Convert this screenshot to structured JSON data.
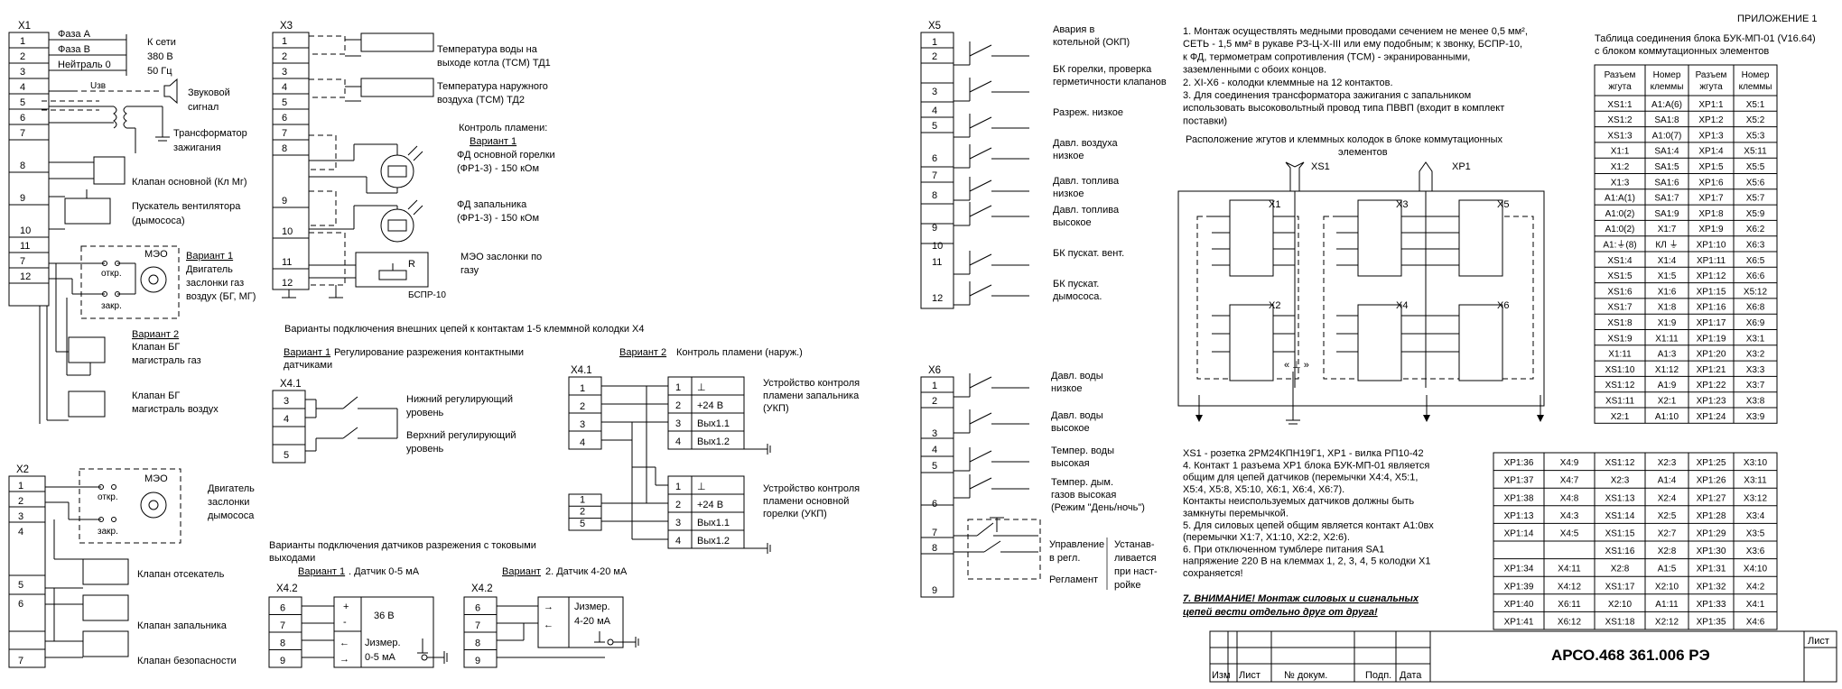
{
  "appendix": "ПРИЛОЖЕНИЕ 1",
  "x1": {
    "title": "X1",
    "pins": [
      "1",
      "2",
      "3",
      "4",
      "5",
      "6",
      "7",
      "8",
      "9",
      "10",
      "11",
      "7",
      "12"
    ],
    "phase_a": "Фаза А",
    "phase_b": "Фаза В",
    "neutral": "Нейтраль 0",
    "mains": [
      "К сети",
      "380 В",
      "50 Гц"
    ],
    "uzv": "Uзв",
    "sound_signal": [
      "Звуковой",
      "сигнал"
    ],
    "ignition_transformer": [
      "Трансформатор",
      "зажигания"
    ],
    "main_valve": "Клапан основной (Кл Мг)",
    "fan_starter": [
      "Пускатель вентилятора",
      "(дымососа)"
    ],
    "meo": "МЭО",
    "open": "откр.",
    "close": "закр.",
    "variant1_label": "Вариант 1",
    "variant1_text": [
      "Двигатель",
      "заслонки газ",
      "воздух (БГ, МГ)"
    ],
    "variant2_label": "Вариант 2",
    "variant2_text": [
      "Клапан БГ",
      "магистраль газ"
    ],
    "bg_air_valve": [
      "Клапан БГ",
      "магистраль воздух"
    ]
  },
  "x2": {
    "title": "X2",
    "pins": [
      "1",
      "2",
      "3",
      "4",
      "5",
      "6",
      "7"
    ],
    "meo": "МЭО",
    "open": "откр.",
    "close": "закр.",
    "motor": [
      "Двигатель",
      "заслонки",
      "дымососа"
    ],
    "cutoff_valve": "Клапан отсекатель",
    "pilot_valve": "Клапан запальника",
    "safety_valve": "Клапан безопасности"
  },
  "x3": {
    "title": "X3",
    "pins": [
      "1",
      "2",
      "3",
      "4",
      "5",
      "6",
      "7",
      "8",
      "9",
      "10",
      "11",
      "12"
    ],
    "temp_td1": [
      "Температура воды на",
      "выходе котла (ТСМ) ТД1"
    ],
    "temp_td2": [
      "Температура наружного",
      "воздуха (ТСМ) ТД2"
    ],
    "flame_control": "Контроль пламени:",
    "variant1": "Вариант 1",
    "fd_main": [
      "ФД основной горелки",
      "(ФР1-3) - 150 кОм"
    ],
    "fd_pilot": [
      "ФД запальника",
      "(ФР1-3) - 150 кОм"
    ],
    "meo_air": [
      "МЭО заслонки по",
      "газу"
    ],
    "r": "R",
    "bspr": "БСПР-10"
  },
  "external": {
    "heading": "Варианты подключения внешних цепей к контактам 1-5 клеммной колодки X4",
    "v1_label": "Вариант 1",
    "v1_text": [
      "Регулирование разрежения контактными",
      "датчиками"
    ],
    "x41": "X4.1",
    "x41_pins": [
      "3",
      "4",
      "5"
    ],
    "lower_level": [
      "Нижний регулирующий",
      "уровень"
    ],
    "upper_level": [
      "Верхний регулирующий",
      "уровень"
    ],
    "v2_label": "Вариант 2",
    "v2_text": "Контроль пламени (наруж.)",
    "x41b": "X4.1",
    "x41b_pins": [
      "1",
      "2",
      "3",
      "4",
      "1",
      "2",
      "5"
    ],
    "ukp_inner_pins": [
      "1",
      "2",
      "3",
      "4",
      "1",
      "2",
      "3",
      "4"
    ],
    "ukp_inner_labels": [
      "⊥",
      "+24 В",
      "Вых1.1",
      "Вых1.2",
      "⊥",
      "+24 В",
      "Вых1.1",
      "Вых1.2"
    ],
    "ukp_pilot": [
      "Устройство контроля",
      "пламени запальника",
      "(УКП)"
    ],
    "ukp_main": [
      "Устройство контроля",
      "пламени основной",
      "горелки (УКП)"
    ]
  },
  "sensors": {
    "heading": [
      "Варианты подключения датчиков разрежения с токовыми",
      "выходами"
    ],
    "x42": "X4.2",
    "x42_pins": [
      "6",
      "7",
      "8",
      "9"
    ],
    "v1_label": "Вариант 1",
    "v1_text": ". Датчик 0-5 мА",
    "plus": "+",
    "minus": "-",
    "v36": "36 В",
    "imeas1": [
      "Jизмер.",
      "0-5 мА"
    ],
    "x42b": "X4.2",
    "x42b_pins": [
      "6",
      "7",
      "8",
      "9"
    ],
    "v2_label": "Вариант",
    "v2_text": " 2. Датчик 4-20 мА",
    "imeas2": [
      "Jизмер.",
      "4-20 мА"
    ]
  },
  "x5": {
    "title": "X5",
    "pins": [
      "1",
      "2",
      "3",
      "4",
      "5",
      "6",
      "7",
      "8",
      "9",
      "10",
      "11",
      "12"
    ],
    "labels": [
      [
        "Авария в",
        "котельной (ОКП)"
      ],
      [
        "БК горелки, проверка",
        "герметичности клапанов"
      ],
      [
        "Разреж. низкое"
      ],
      [
        "Давл. воздуха",
        "низкое"
      ],
      [
        "Давл. топлива",
        "низкое"
      ],
      [
        "Давл. топлива",
        "высокое"
      ],
      [
        "БК пускат. вент."
      ],
      [
        "БК пускат.",
        "дымососа."
      ]
    ]
  },
  "x6": {
    "title": "X6",
    "pins": [
      "1",
      "2",
      "3",
      "4",
      "5",
      "6",
      "7",
      "8",
      "9"
    ],
    "labels": [
      [
        "Давл. воды",
        "низкое"
      ],
      [
        "Давл. воды",
        "высокое"
      ],
      [
        "Темпер. воды",
        "высокая"
      ],
      [
        "Темпер. дым.",
        "газов высокая",
        "(Режим \"День/ночь\")"
      ]
    ],
    "control": [
      "Управление",
      "в регл."
    ],
    "reglament": "Регламент",
    "installed": [
      "Устанав-",
      "ливается",
      "при наст-",
      "ройке"
    ]
  },
  "notes": {
    "lines": [
      "1. Монтаж осуществлять медными проводами сечением не менее 0,5 мм²,",
      "СЕТЬ - 1,5 мм² в рукаве РЗ-Ц-Х-III или ему подобным; к звонку, БСПР-10,",
      "к ФД, термометрам сопротивления (ТСМ) - экранированными,",
      "заземленными с обоих концов.",
      "2. XI-X6 - колодки клеммные на 12 контактов.",
      "3. Для соединения трансформатора зажигания с запальником",
      "использовать высоковольтный провод типа ПВВП (входит в комплект",
      "поставки)"
    ],
    "layout_title": [
      "Расположение жгутов и клеммных колодок в блоке коммутационных",
      "элементов"
    ],
    "lower": [
      "XS1 - розетка 2РМ24КПН19Г1, XP1 - вилка РП10-42",
      "4. Контакт 1 разъема XP1 блока БУК-МП-01 является",
      "общим для цепей датчиков (перемычки X4:4, X5:1,",
      "X5:4, X5:8, X5:10, X6:1, X6:4, X6:7).",
      "    Контакты неиспользуемых датчиков должны быть",
      "замкнуты перемычкой.",
      "5. Для силовых цепей общим является контакт A1:0вх",
      "(перемычки X1:7, X1:10, X2:2, X2:6).",
      "6. При отключенном тумблере питания SA1",
      "напряжение 220 В на клеммах 1, 2, 3, 4, 5 колодки X1",
      "сохраняется!"
    ],
    "warning": [
      "7. ВНИМАНИЕ! Монтаж силовых и сигнальных",
      "цепей вести отдельно друг от друга!"
    ]
  },
  "layout_diagram": {
    "xs1": "XS1",
    "xp1": "XP1",
    "blocks": [
      "X1",
      "X2",
      "X3",
      "X4",
      "X5",
      "X6"
    ],
    "ground_mark": "« ⊥ »"
  },
  "table": {
    "title": [
      "Таблица соединения блока БУК-МП-01 (V16.64)",
      "с блоком коммутационных элементов"
    ],
    "headers": [
      [
        "Разъем",
        "жгута"
      ],
      [
        "Номер",
        "клеммы"
      ],
      [
        "Разъем",
        "жгута"
      ],
      [
        "Номер",
        "клеммы"
      ]
    ],
    "rows_main": [
      [
        "XS1:1",
        "A1:A(6)",
        "XP1:1",
        "X5:1"
      ],
      [
        "XS1:2",
        "SA1:8",
        "XP1:2",
        "X5:2"
      ],
      [
        "XS1:3",
        "A1:0(7)",
        "XP1:3",
        "X5:3"
      ],
      [
        "X1:1",
        "SA1:4",
        "XP1:4",
        "X5:11"
      ],
      [
        "X1:2",
        "SA1:5",
        "XP1:5",
        "X5:5"
      ],
      [
        "X1:3",
        "SA1:6",
        "XP1:6",
        "X5:6"
      ],
      [
        "A1:A(1)",
        "SA1:7",
        "XP1:7",
        "X5:7"
      ],
      [
        "A1:0(2)",
        "SA1:9",
        "XP1:8",
        "X5:9"
      ],
      [
        "A1:0(2)",
        "X1:7",
        "XP1:9",
        "X6:2"
      ],
      [
        "A1:⏚(8)",
        "КЛ ⏚",
        "XP1:10",
        "X6:3"
      ],
      [
        "XS1:4",
        "X1:4",
        "XP1:11",
        "X6:5"
      ],
      [
        "XS1:5",
        "X1:5",
        "XP1:12",
        "X6:6"
      ],
      [
        "XS1:6",
        "X1:6",
        "XP1:15",
        "X5:12"
      ],
      [
        "XS1:7",
        "X1:8",
        "XP1:16",
        "X6:8"
      ],
      [
        "XS1:8",
        "X1:9",
        "XP1:17",
        "X6:9"
      ],
      [
        "XS1:9",
        "X1:11",
        "XP1:19",
        "X3:1"
      ],
      [
        "X1:11",
        "A1:3",
        "XP1:20",
        "X3:2"
      ],
      [
        "XS1:10",
        "X1:12",
        "XP1:21",
        "X3:3"
      ],
      [
        "XS1:12",
        "A1:9",
        "XP1:22",
        "X3:7"
      ],
      [
        "XS1:11",
        "X2:1",
        "XP1:23",
        "X3:8"
      ],
      [
        "X2:1",
        "A1:10",
        "XP1:24",
        "X3:9"
      ]
    ],
    "rows_ext": [
      [
        "XP1:36",
        "X4:9",
        "XS1:12",
        "X2:3",
        "XP1:25",
        "X3:10"
      ],
      [
        "XP1:37",
        "X4:7",
        "X2:3",
        "A1:4",
        "XP1:26",
        "X3:11"
      ],
      [
        "XP1:38",
        "X4:8",
        "XS1:13",
        "X2:4",
        "XP1:27",
        "X3:12"
      ],
      [
        "XP1:13",
        "X4:3",
        "XS1:14",
        "X2:5",
        "XP1:28",
        "X3:4"
      ],
      [
        "XP1:14",
        "X4:5",
        "XS1:15",
        "X2:7",
        "XP1:29",
        "X3:5"
      ],
      [
        "",
        "",
        "XS1:16",
        "X2:8",
        "XP1:30",
        "X3:6"
      ],
      [
        "XP1:34",
        "X4:11",
        "X2:8",
        "A1:5",
        "XP1:31",
        "X4:10"
      ],
      [
        "XP1:39",
        "X4:12",
        "XS1:17",
        "X2:10",
        "XP1:32",
        "X4:2"
      ],
      [
        "XP1:40",
        "X6:11",
        "X2:10",
        "A1:11",
        "XP1:33",
        "X4:1"
      ],
      [
        "XP1:41",
        "X6:12",
        "XS1:18",
        "X2:12",
        "XP1:35",
        "X4:6"
      ]
    ]
  },
  "stamp": {
    "cols": [
      "Изм",
      "Лист",
      "№ докум.",
      "Подп.",
      "Дата"
    ],
    "code": "АРСО.468 361.006 РЭ",
    "sheet": "Лист"
  }
}
